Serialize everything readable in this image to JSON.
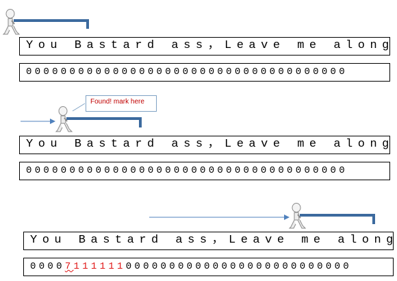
{
  "sentence": "You Bastard ass，Leave me along。",
  "panels": [
    {
      "digits": [
        {
          "t": "0000000000000000000000000000000000000",
          "hl": false
        }
      ]
    },
    {
      "digits": [
        {
          "t": "0000000000000000000000000000000000000",
          "hl": false
        }
      ]
    },
    {
      "digits": [
        {
          "t": "0000",
          "hl": false
        },
        {
          "t": "7",
          "hl": true
        },
        {
          "t": "111111",
          "hl": true
        },
        {
          "t": "00000000000000000000000000",
          "hl": false
        }
      ]
    }
  ],
  "callout": "Found! mark here",
  "colors": {
    "pointer": "#3c6a9e",
    "arrow": "#4f81bd",
    "highlight": "#e01515",
    "callout_text": "#c00000"
  }
}
